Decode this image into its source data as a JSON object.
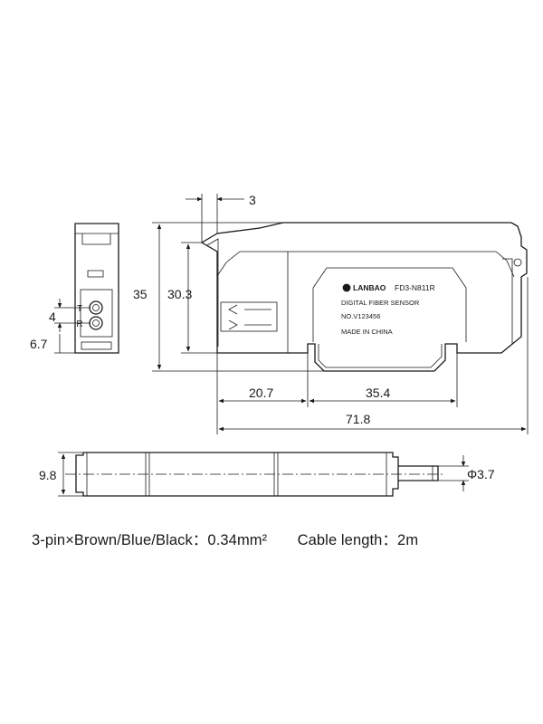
{
  "front_view": {
    "dim_height_total": "35",
    "dim_height_body": "30.3",
    "dim_pitch": "4",
    "dim_bottom": "6.7",
    "port_t": "T",
    "port_r": "R"
  },
  "side_view": {
    "dim_top_offset": "3",
    "dim_left": "20.7",
    "dim_right": "35.4",
    "dim_total_length": "71.8",
    "label": {
      "brand": "LANBAO",
      "model": "FD3-N811R",
      "product": "DIGITAL FIBER SENSOR",
      "serial": "NO.V123456",
      "origin": "MADE IN CHINA"
    }
  },
  "bottom_view": {
    "dim_height": "9.8",
    "dim_cable_diameter": "Φ3.7"
  },
  "footer": {
    "pins": "3-pin×Brown/Blue/Black：0.34mm²",
    "cable": "Cable length：2m"
  }
}
